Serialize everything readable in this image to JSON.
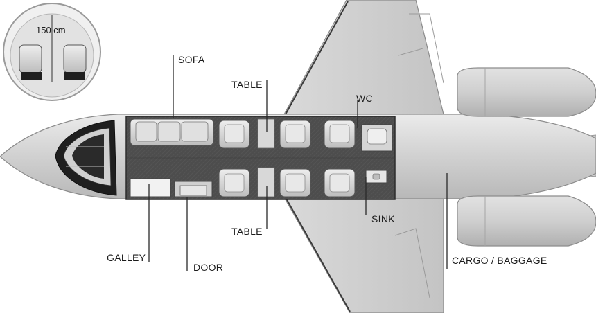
{
  "diagram": {
    "cabin_width": "150 cm",
    "labels": {
      "sofa": "SOFA",
      "table_top": "TABLE",
      "table_bottom": "TABLE",
      "wc": "WC",
      "sink": "SINK",
      "galley": "GALLEY",
      "door": "DOOR",
      "cargo": "CARGO / BAGGAGE"
    }
  },
  "colors": {
    "fuselage": "#c9c9c9",
    "fuselage_light": "#e4e4e4",
    "cabin_floor": "#4a4a4a",
    "seat": "#d6d6d6",
    "outline": "#5a5a5a",
    "leader_line": "#2a2a2a",
    "window_glass": "#1e1e1e"
  }
}
